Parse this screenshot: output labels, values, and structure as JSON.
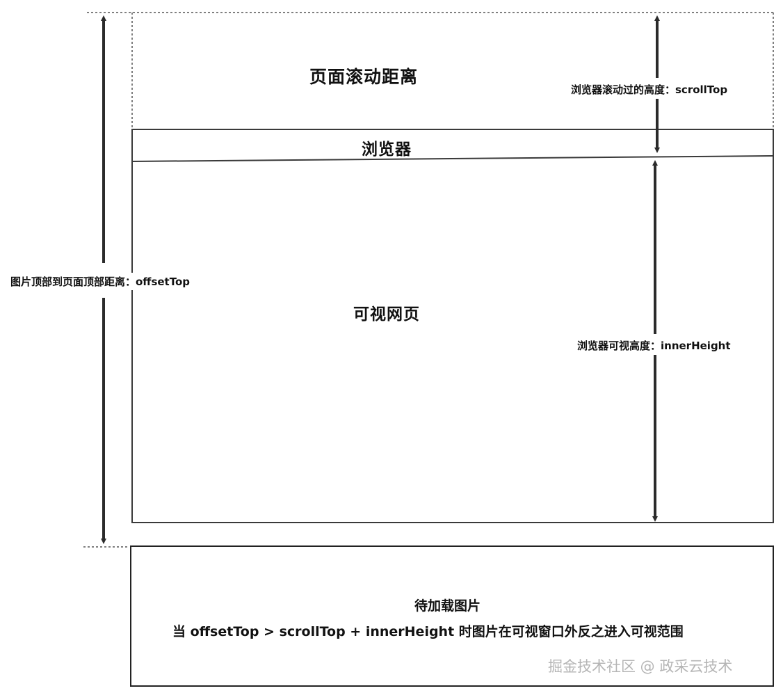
{
  "labels": {
    "page_scroll_distance": "页面滚动距离",
    "browser": "浏览器",
    "visible_page": "可视网页",
    "scroll_top_label": "浏览器滚动过的高度：scrollTop",
    "inner_height_label": "浏览器可视高度：innerHeight",
    "offset_top_label": "图片顶部到页面顶部距离：offsetTop",
    "lazy_image_title": "待加载图片",
    "condition_text": "当 offsetTop > scrollTop + innerHeight 时图片在可视窗口外反之进入可视范围",
    "watermark": "掘金技术社区 @ 政采云技术"
  },
  "colors": {
    "stroke": "#3a3a3a",
    "arrow": "#2b2b2b",
    "text": "#111111",
    "watermark": "#b5b5b5"
  }
}
